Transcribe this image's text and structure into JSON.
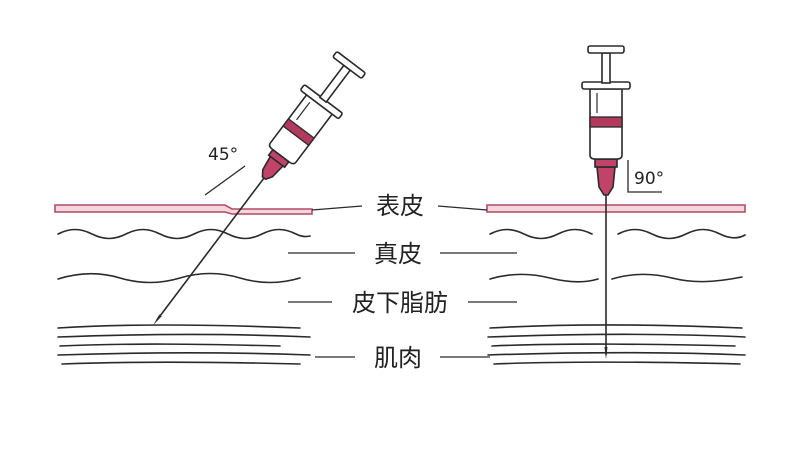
{
  "angles": {
    "oblique": "45°",
    "perpendicular": "90°"
  },
  "layers": {
    "epidermis": "表皮",
    "dermis": "真皮",
    "subcutaneous_fat": "皮下脂肪",
    "muscle": "肌肉"
  },
  "colors": {
    "outline": "#2a2a2a",
    "needle_hub": "#c2436a",
    "epidermis": "#f2d6dc",
    "epidermis_stroke": "#b34a66",
    "plunger_band": "#b33a5e"
  }
}
